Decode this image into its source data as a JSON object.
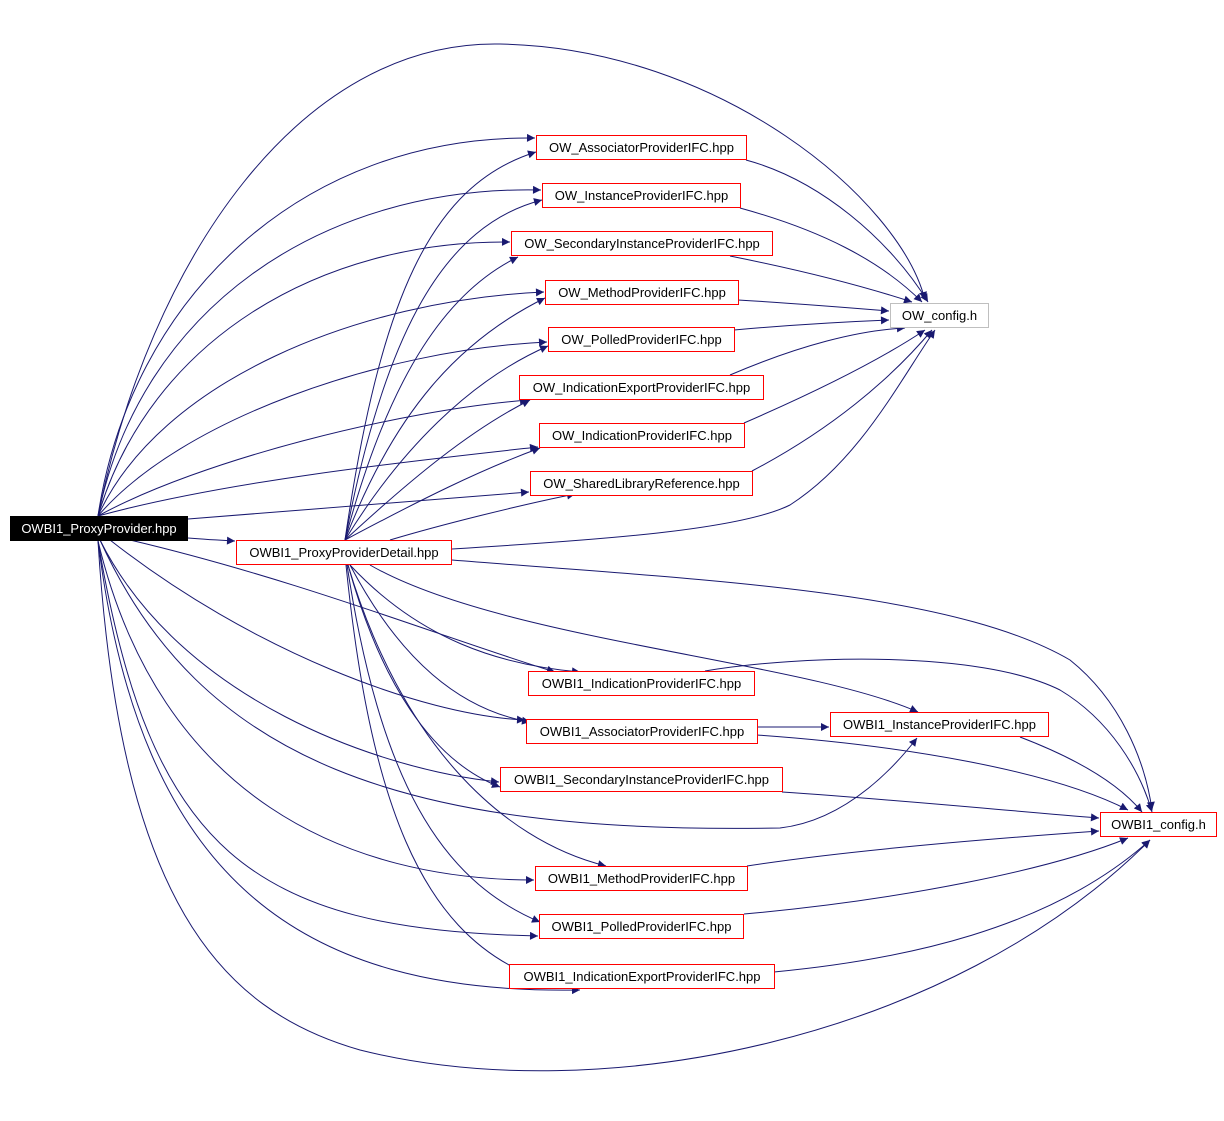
{
  "colors": {
    "edge": "#191970",
    "node_border": "#ff0000",
    "root_fill": "#000000",
    "leaf_border": "#bfbfbf"
  },
  "nodes": {
    "root": "OWBI1_ProxyProvider.hpp",
    "detail": "OWBI1_ProxyProviderDetail.hpp",
    "ow_config": "OW_config.h",
    "owbi1_config": "OWBI1_config.h",
    "ow_assoc": "OW_AssociatorProviderIFC.hpp",
    "ow_inst": "OW_InstanceProviderIFC.hpp",
    "ow_sec": "OW_SecondaryInstanceProviderIFC.hpp",
    "ow_method": "OW_MethodProviderIFC.hpp",
    "ow_polled": "OW_PolledProviderIFC.hpp",
    "ow_indexp": "OW_IndicationExportProviderIFC.hpp",
    "ow_ind": "OW_IndicationProviderIFC.hpp",
    "ow_shared": "OW_SharedLibraryReference.hpp",
    "bi_ind": "OWBI1_IndicationProviderIFC.hpp",
    "bi_assoc": "OWBI1_AssociatorProviderIFC.hpp",
    "bi_inst": "OWBI1_InstanceProviderIFC.hpp",
    "bi_sec": "OWBI1_SecondaryInstanceProviderIFC.hpp",
    "bi_method": "OWBI1_MethodProviderIFC.hpp",
    "bi_polled": "OWBI1_PolledProviderIFC.hpp",
    "bi_indexp": "OWBI1_IndicationExportProviderIFC.hpp"
  }
}
